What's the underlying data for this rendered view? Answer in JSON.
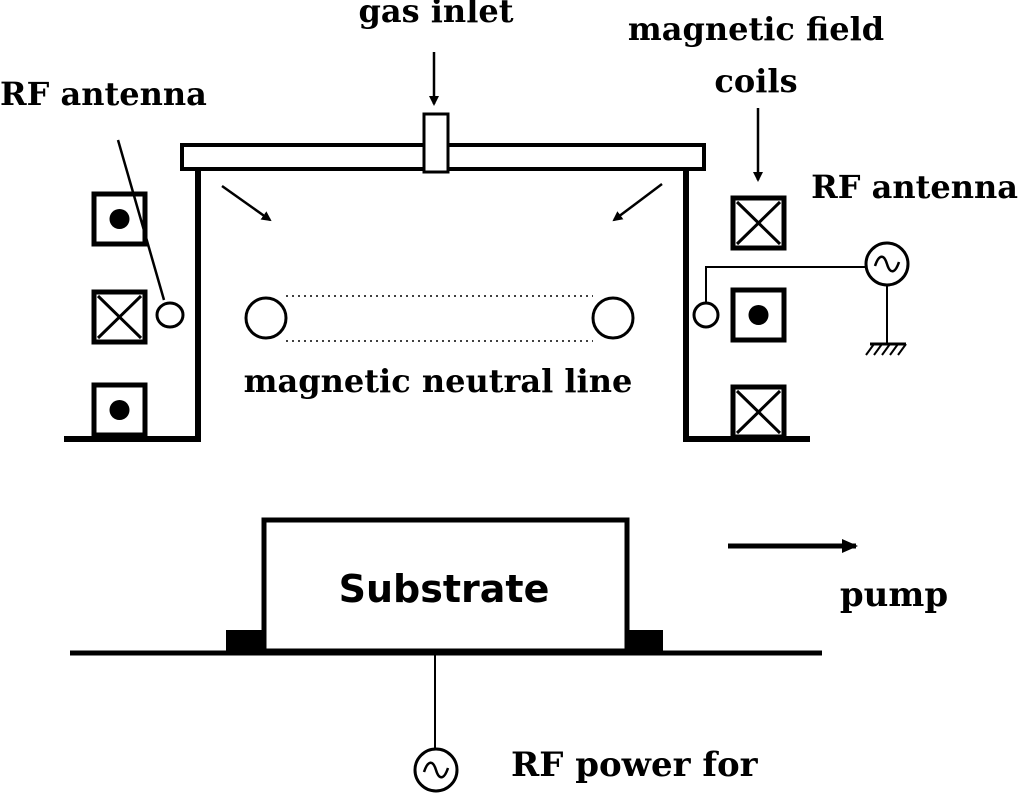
{
  "labels": {
    "gas_inlet": "gas inlet",
    "rf_antenna_left": "RF antenna",
    "magnetic_field_line1": "magnetic field",
    "magnetic_field_line2": "coils",
    "rf_antenna_right": "RF antenna",
    "neutral_line": "magnetic neutral line",
    "substrate": "Substrate",
    "pump": "pump",
    "rf_power": "RF power for"
  },
  "colors": {
    "ink": "#000000",
    "background": "#ffffff"
  },
  "icons": {
    "coil_out": "dot-in-square-icon",
    "coil_in": "cross-in-square-icon",
    "rf_source": "ac-source-icon",
    "ground": "ground-icon"
  }
}
